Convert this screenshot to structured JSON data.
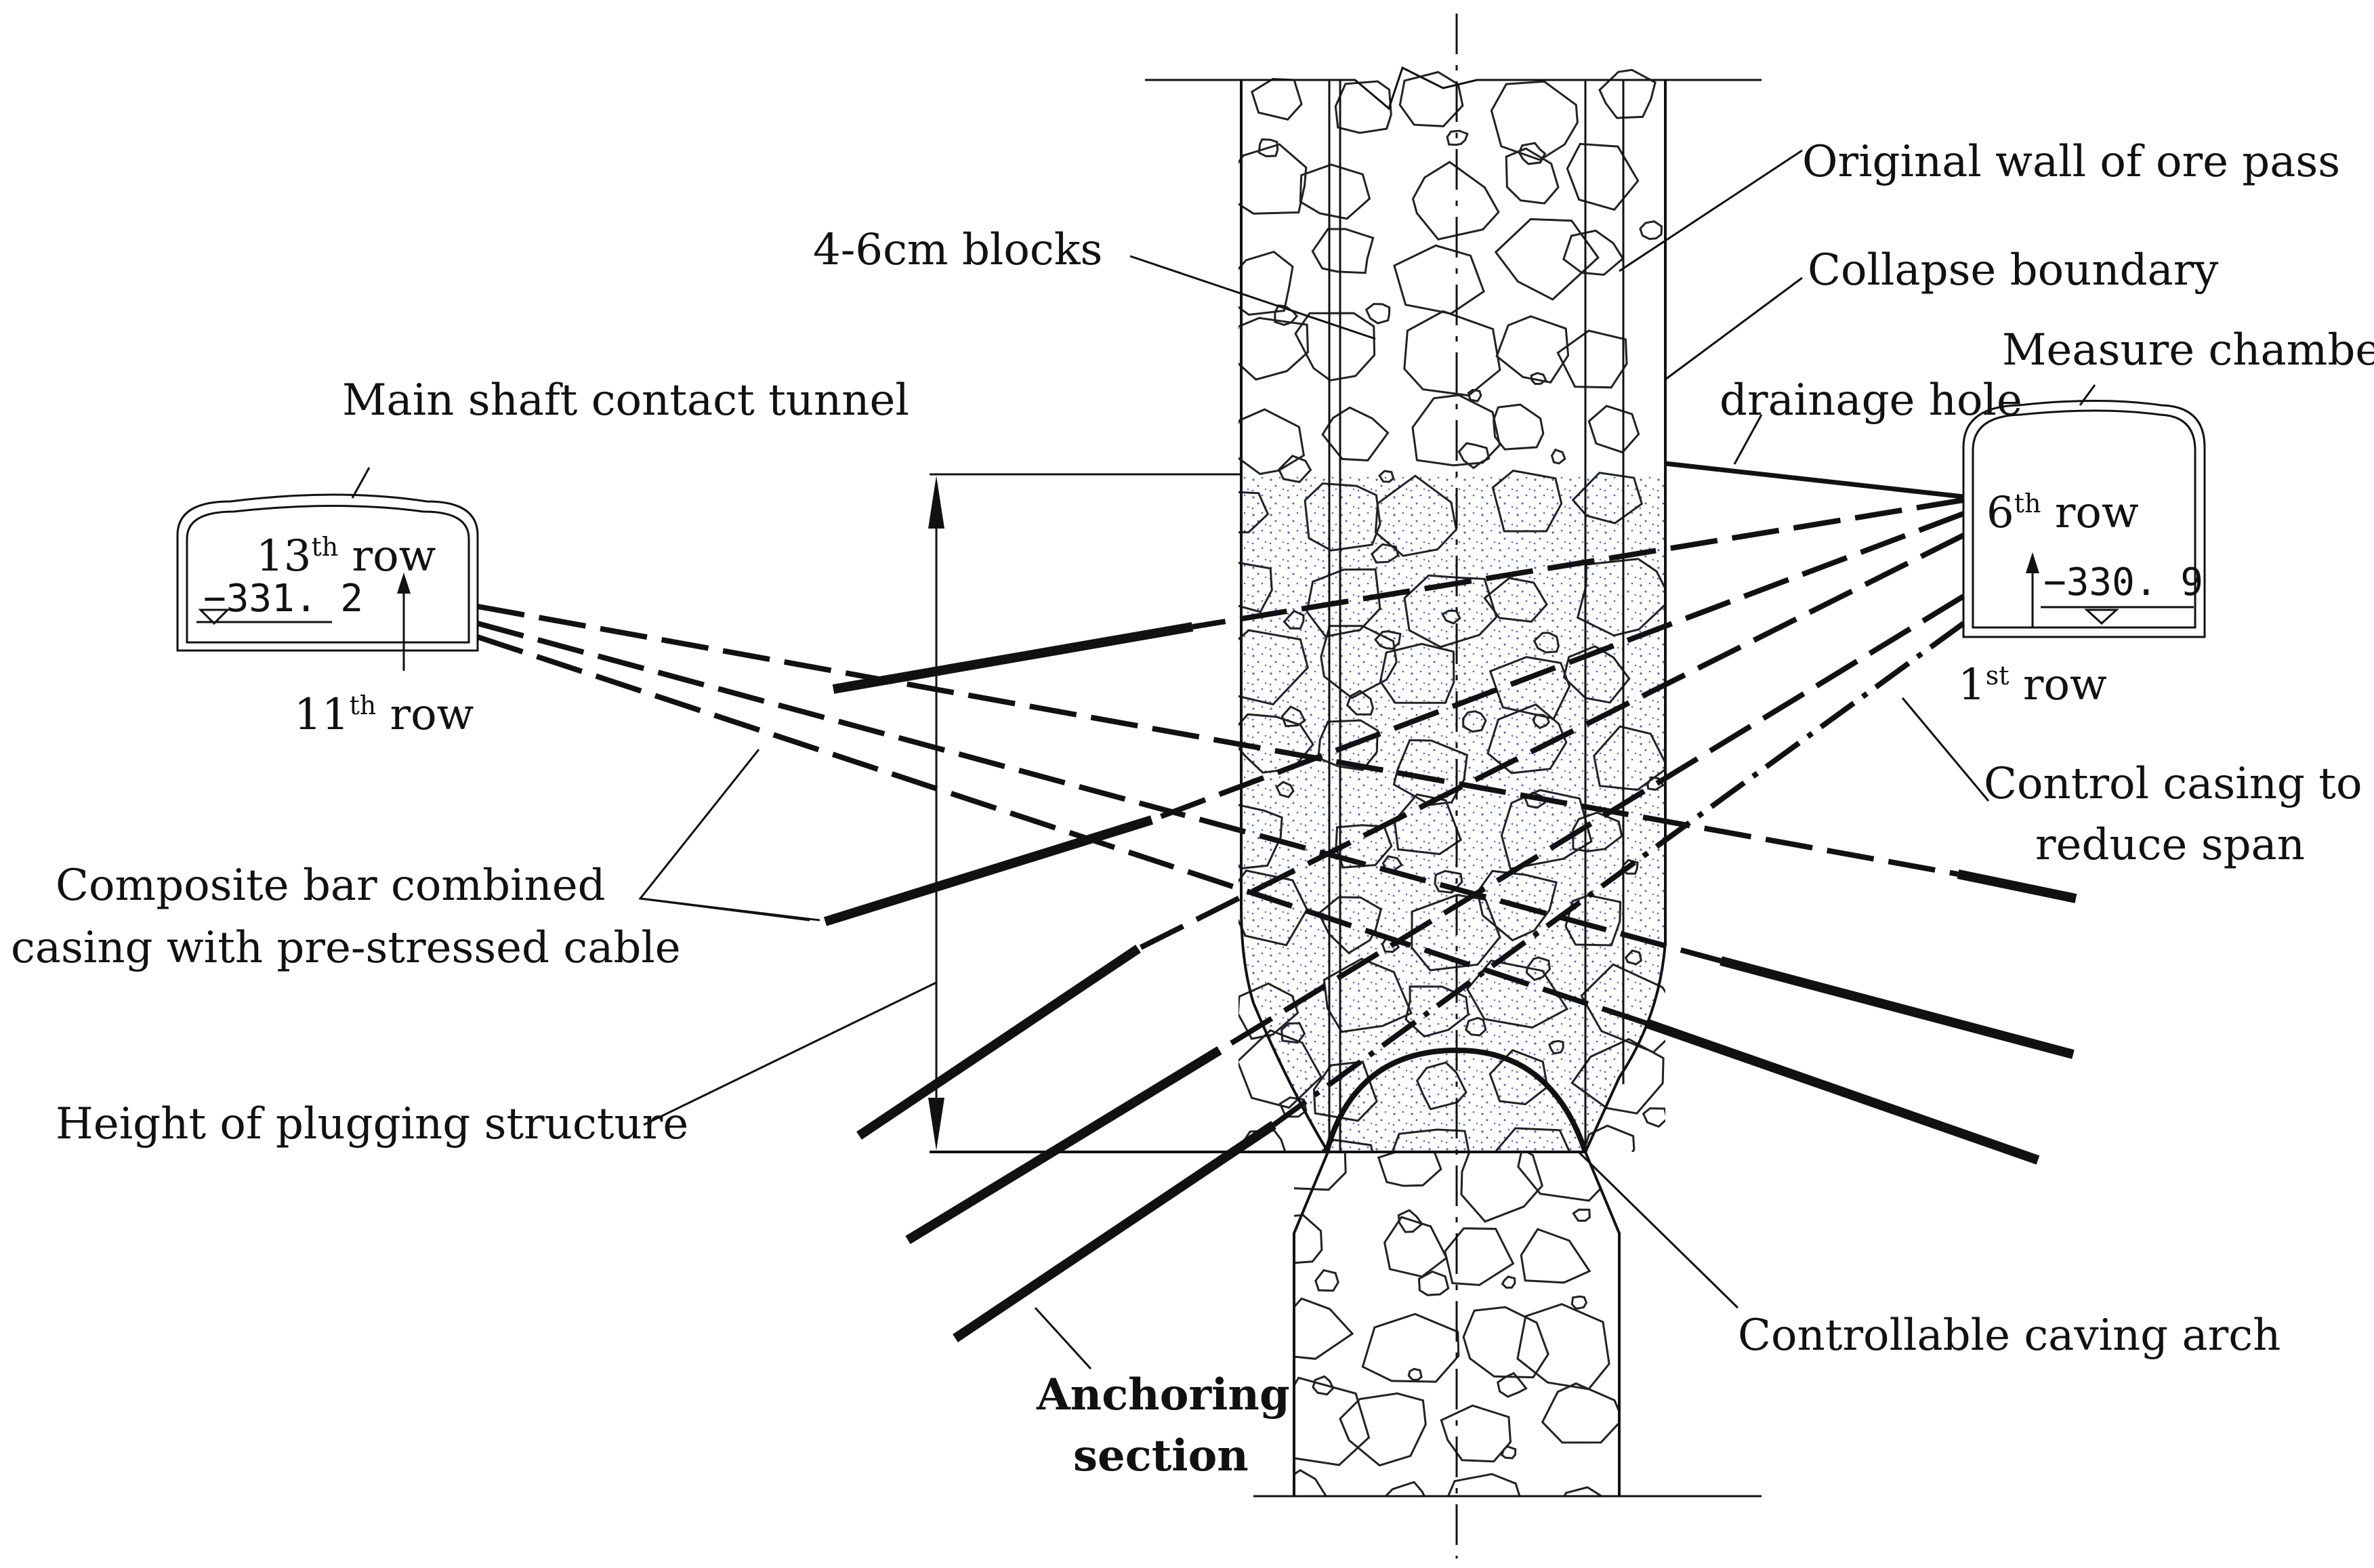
{
  "labels": {
    "blocks": "4-6cm blocks",
    "original_wall": "Original wall of ore pass",
    "collapse_boundary": "Collapse boundary",
    "measure_chamber": "Measure chamber",
    "drainage_hole": "drainage hole",
    "main_shaft_tunnel": "Main shaft contact tunnel",
    "control_casing_line1": "Control casing to",
    "control_casing_line2": "reduce span",
    "composite_line1": "Composite bar combined",
    "composite_line2": "casing with pre-stressed cable",
    "height_plugging": "Height of plugging structure",
    "caving_arch": "Controllable caving arch",
    "anchoring_line1": "Anchoring",
    "anchoring_line2": "section"
  },
  "rows": {
    "left_top": {
      "num": "13",
      "sup": "th",
      "word": " row"
    },
    "left_bottom": {
      "num": "11",
      "sup": "th",
      "word": " row"
    },
    "right_top": {
      "num": "6",
      "sup": "th",
      "word": " row"
    },
    "right_bottom": {
      "num": "1",
      "sup": "st",
      "word": " row"
    }
  },
  "elevations": {
    "left": "−331. 2",
    "right": "−330. 9"
  }
}
